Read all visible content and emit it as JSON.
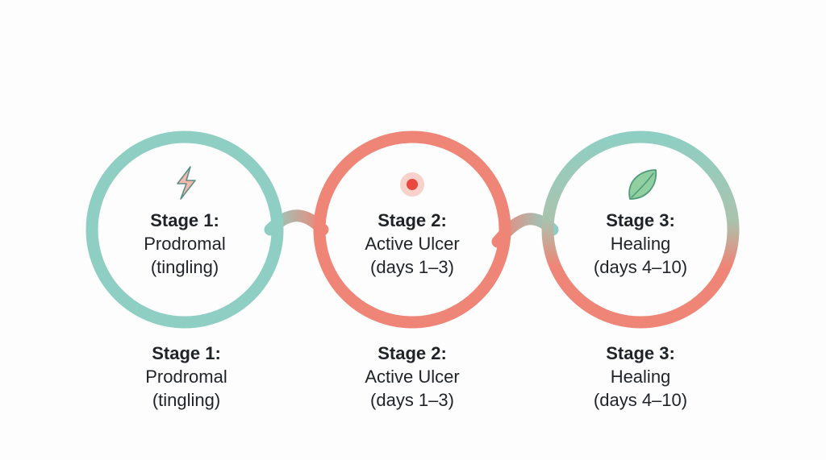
{
  "colors": {
    "teal": "#8fcfc3",
    "coral": "#ef8577",
    "icon_teal": "#5aa89c",
    "dot_red": "#e8483f",
    "dot_halo": "#f7c9c2",
    "leaf_fill": "#8fcfa0",
    "leaf_stroke": "#4f9a7a",
    "bolt_fill": "#f4b8ad",
    "bolt_stroke": "#5a8f88"
  },
  "stages": [
    {
      "title": "Stage 1:",
      "name": "Prodromal",
      "detail": "(tingling)",
      "icon": "lightning-bolt-icon",
      "ring_color": "teal"
    },
    {
      "title": "Stage 2:",
      "name": "Active Ulcer",
      "detail": "(days 1–3)",
      "icon": "red-dot-icon",
      "ring_color": "coral"
    },
    {
      "title": "Stage 3:",
      "name": "Healing",
      "detail": "(days 4–10)",
      "icon": "leaf-icon",
      "ring_color": "teal-to-coral"
    }
  ]
}
